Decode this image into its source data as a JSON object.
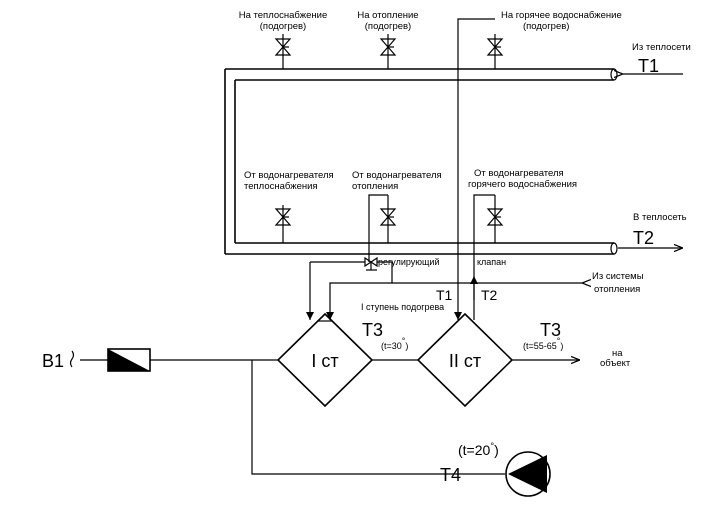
{
  "valves_top": {
    "heat_supply": [
      "На теплоснабжение",
      "(подогрев)"
    ],
    "heating": [
      "На отопление",
      "(подогрев)"
    ],
    "hot_water": [
      "На горячее водоснабжение",
      "(подогрев)"
    ]
  },
  "valves_bottom": {
    "heat_supply": [
      "От водонагревателя",
      "теплоснабжения"
    ],
    "heating": [
      "От водонагревателя",
      "отопления"
    ],
    "hot_water": [
      "От водонагревателя",
      "горячего водоснабжения"
    ]
  },
  "network": {
    "from_network": "Из теплосети",
    "to_network": "В теплосеть",
    "t1": "Т1",
    "t2": "Т2"
  },
  "control_valve": {
    "label_left": "регулирующий",
    "label_right": "клапан"
  },
  "heating_return": [
    "Из системы",
    "отопления"
  ],
  "stage1_note": "I ступень подогрева",
  "riser_t1": "Т1",
  "riser_t2": "Т2",
  "heater1": {
    "label": "I ст"
  },
  "heater2": {
    "label": "II ст"
  },
  "t3_left": {
    "name": "Т3",
    "temp": "(t=30",
    "unit": "°",
    "close": ")"
  },
  "t3_right": {
    "name": "Т3",
    "temp": "(t=55-65",
    "unit": "°",
    "close": ")"
  },
  "to_object": [
    "на",
    "объект"
  ],
  "inlet": "В1",
  "t4": {
    "name": "Т4",
    "temp": "(t=20",
    "unit": "°",
    "close": ")"
  },
  "colors": {
    "line": "#000000",
    "background": "#ffffff"
  }
}
